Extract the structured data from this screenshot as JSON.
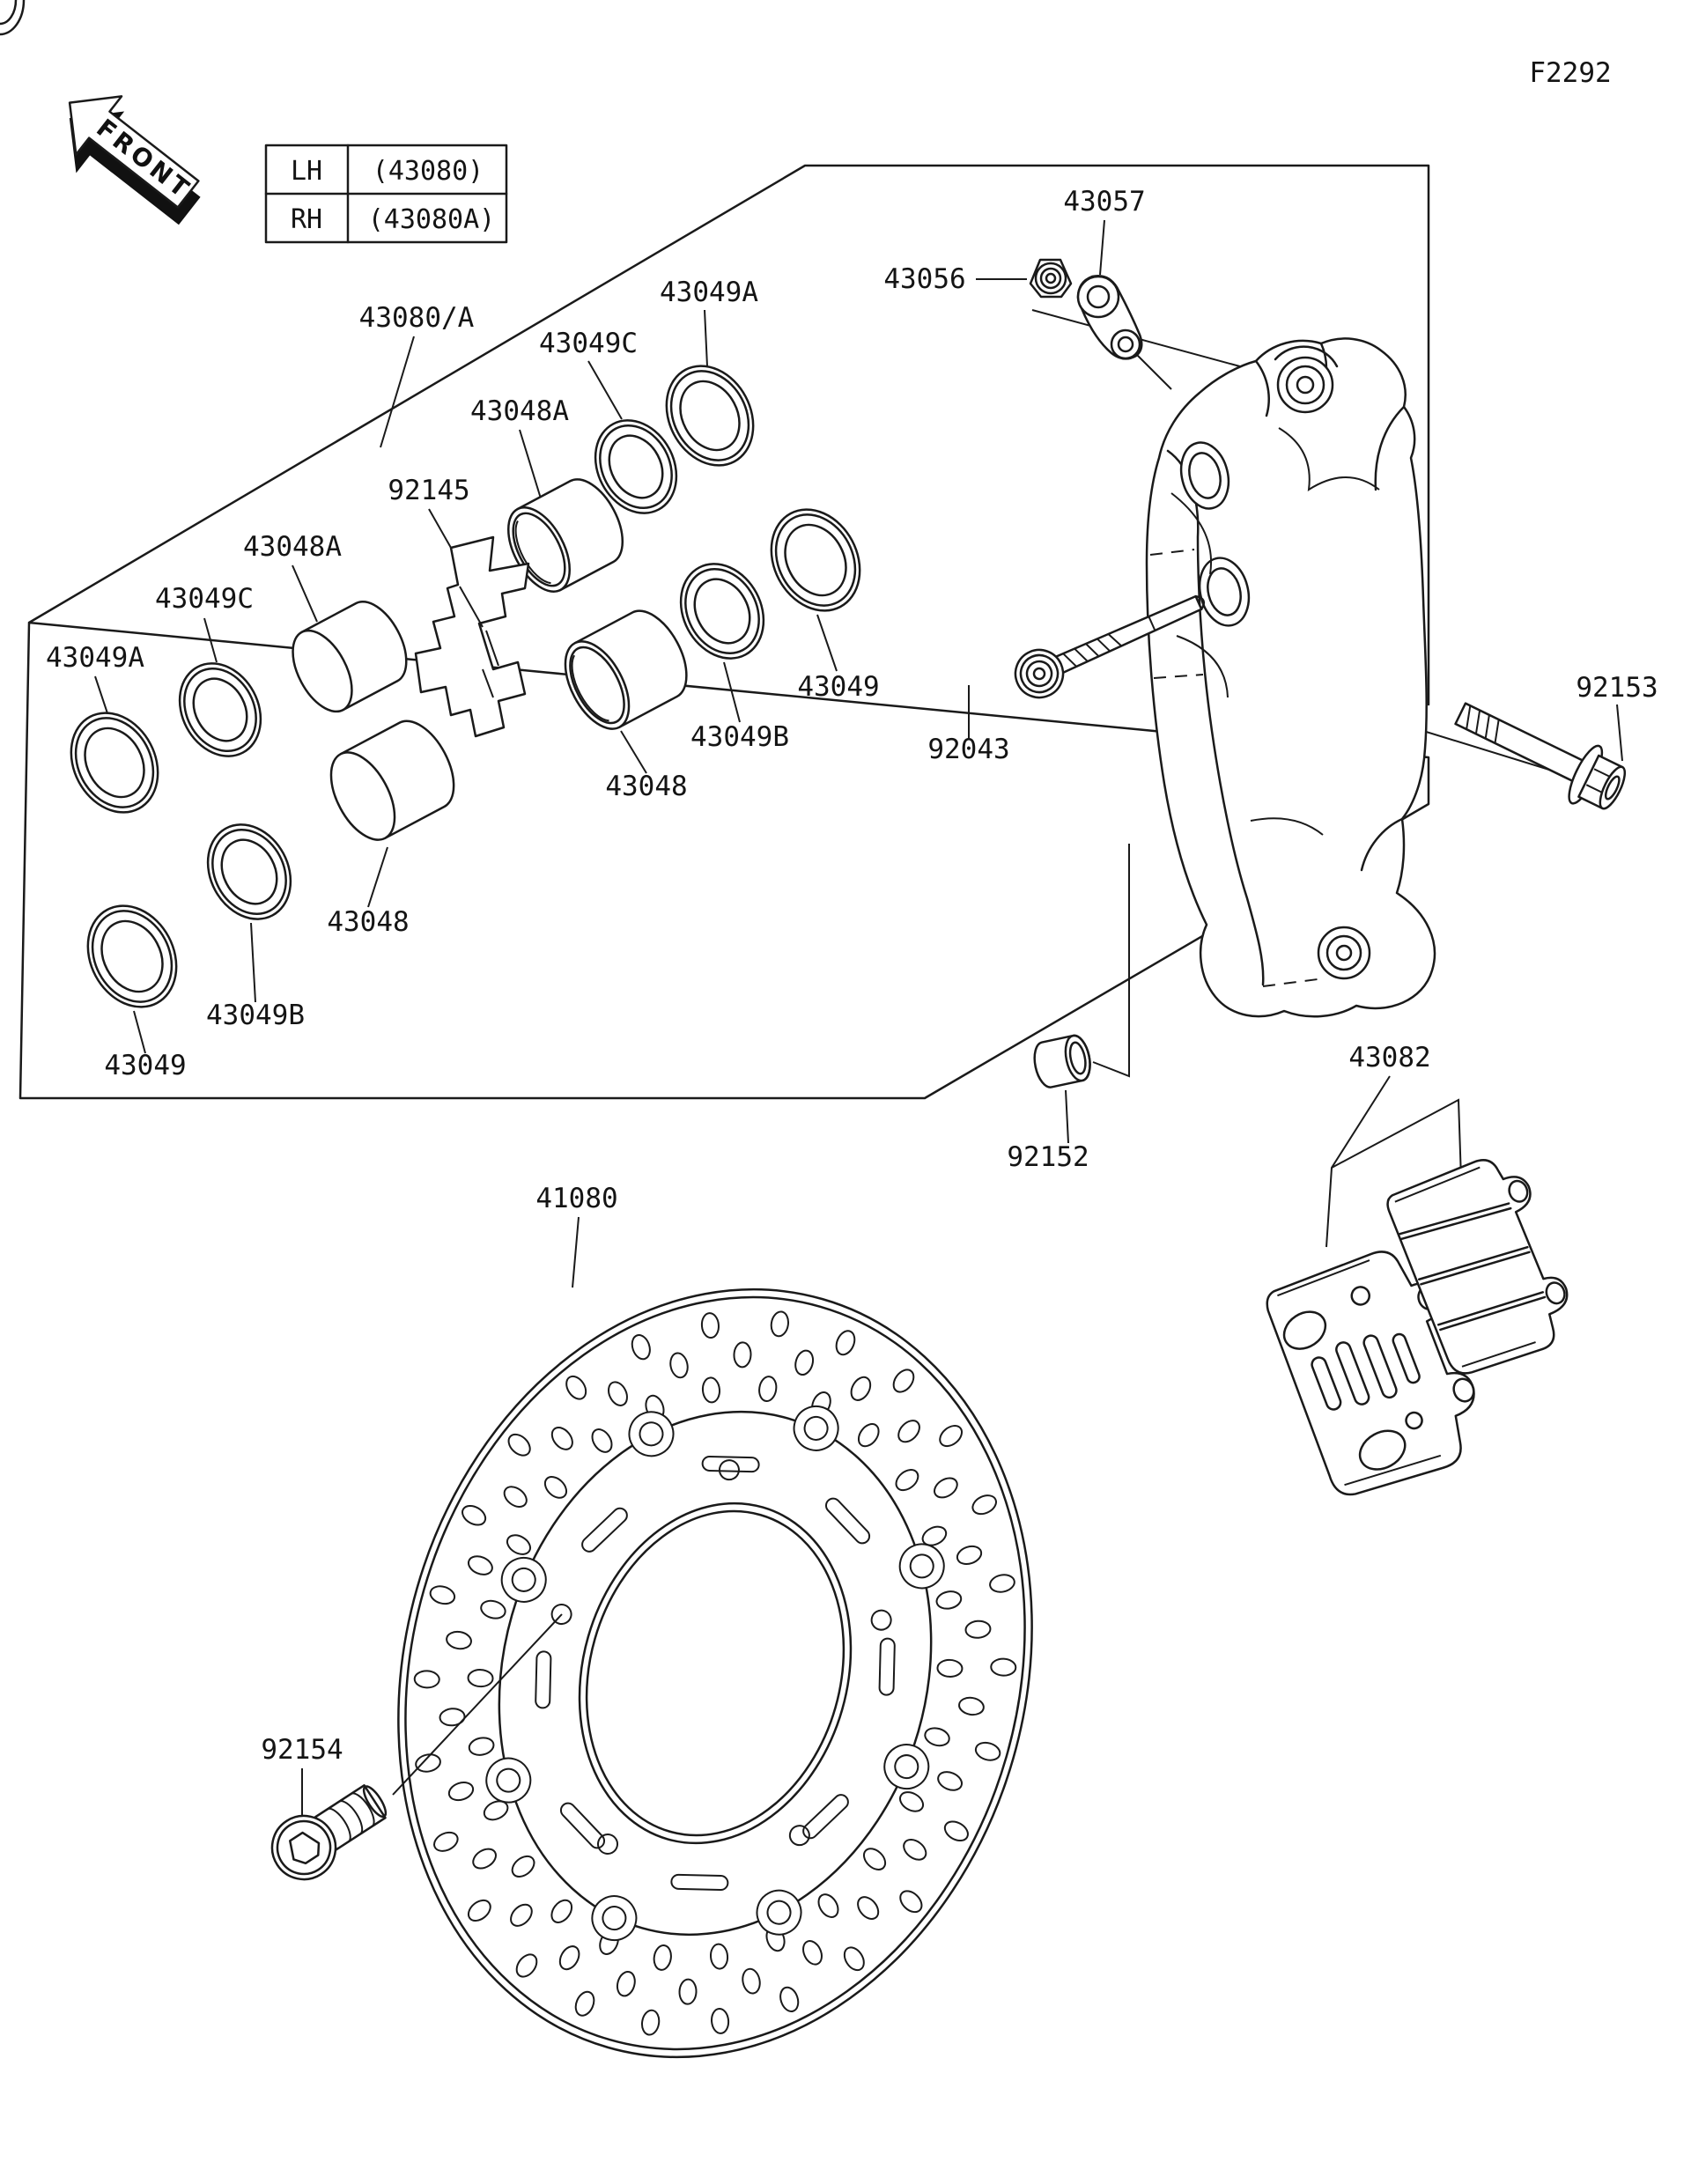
{
  "figure_code": "F2292",
  "front_arrow": {
    "label": "FRONT"
  },
  "variant_table": {
    "rows": [
      {
        "side": "LH",
        "number": "(43080)"
      },
      {
        "side": "RH",
        "number": "(43080A)"
      }
    ]
  },
  "part_labels": {
    "caliper_assembly": "43080/A",
    "dust_seal_upper": "43049A",
    "fluid_seal_upper": "43049C",
    "piston_small_upper": "43048A",
    "pad_spring": "92145",
    "piston_small_lower": "43048A",
    "fluid_seal_lower": "43049C",
    "dust_seal_lower": "43049A",
    "seal_upper": "43049",
    "seal_b_upper": "43049B",
    "piston_upper": "43048",
    "piston_lower": "43048",
    "seal_b_lower": "43049B",
    "seal_lower": "43049",
    "pivot_nut": "43056",
    "joint_link": "43057",
    "pad_pin_bolt": "92043",
    "caliper_mount_bolt": "92153",
    "mount_collar": "92152",
    "pad_set": "43082",
    "brake_disc": "41080",
    "disc_bolt": "92154"
  }
}
